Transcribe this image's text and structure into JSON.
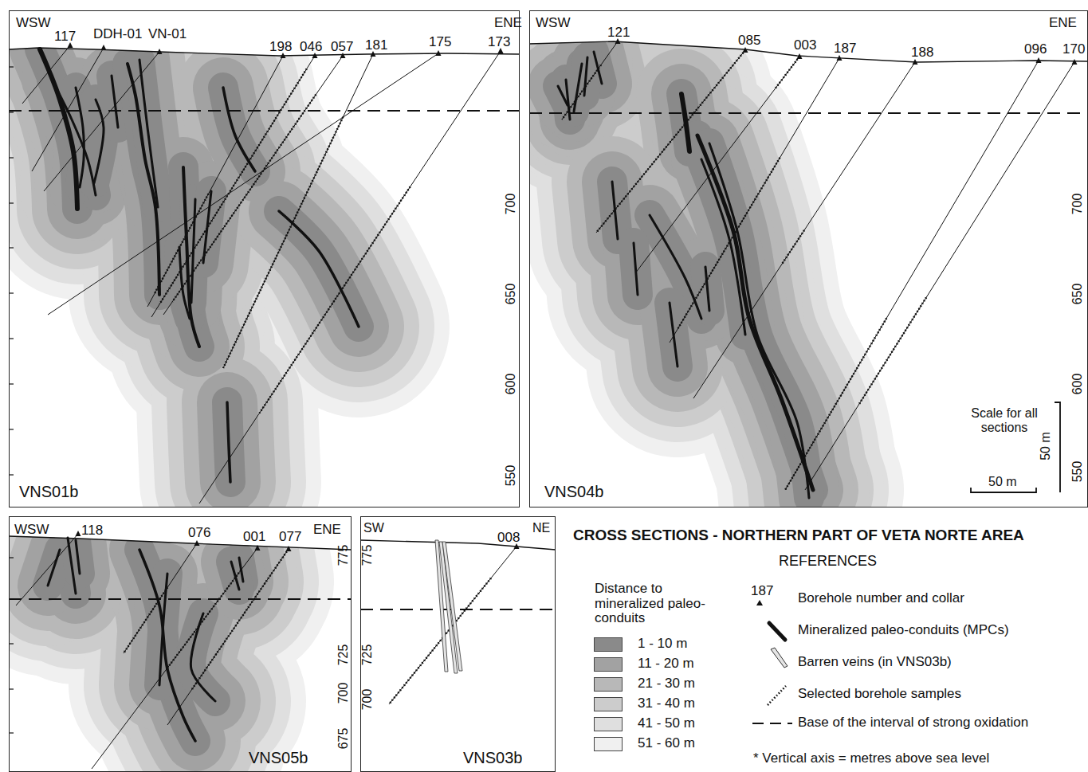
{
  "diagram": {
    "title": "CROSS SECTIONS - NORTHERN PART OF VETA NORTE AREA",
    "nodes": [
      {
        "text": [
          "VNS01b"
        ]
      },
      {
        "text": [
          "VNS04b"
        ]
      },
      {
        "text": [
          "VNS05b"
        ]
      },
      {
        "text": [
          "VNS03b"
        ]
      }
    ],
    "labels": [
      "WSW",
      "117",
      "DDH-01",
      "VN-01",
      "198",
      "046",
      "057",
      "181",
      "175",
      "173",
      "ENE",
      "700",
      "650",
      "600",
      "550",
      "WSW",
      "121",
      "085",
      "003",
      "187",
      "188",
      "096",
      "170",
      "ENE",
      "700",
      "650",
      "600",
      "550",
      "Scale for all sections",
      "50 m",
      "50 m",
      "WSW",
      "118",
      "076",
      "001",
      "077",
      "ENE",
      "775",
      "725",
      "700",
      "675",
      "SW",
      "008",
      "NE",
      "775",
      "725",
      "700",
      "REFERENCES",
      "Distance to mineralized paleo-conduits",
      "187",
      "* Vertical axis = metres above sea level"
    ],
    "legend": [
      {
        "text": "1 - 10 m",
        "color": "#8a8a8a"
      },
      {
        "text": "11 - 20 m",
        "color": "#a2a2a2"
      },
      {
        "text": "21 - 30 m",
        "color": "#b8b8b8"
      },
      {
        "text": "31 - 40 m",
        "color": "#cccccc"
      },
      {
        "text": "41 - 50 m",
        "color": "#dfdfdf"
      },
      {
        "text": "51 - 60 m",
        "color": "#f0f0f0"
      },
      {
        "text": "Borehole number and collar"
      },
      {
        "text": "Mineralized paleo-conduits (MPCs)"
      },
      {
        "text": "Barren veins (in VNS03b)"
      },
      {
        "text": "Selected borehole samples"
      },
      {
        "text": "Base of the interval of strong oxidation"
      }
    ]
  }
}
